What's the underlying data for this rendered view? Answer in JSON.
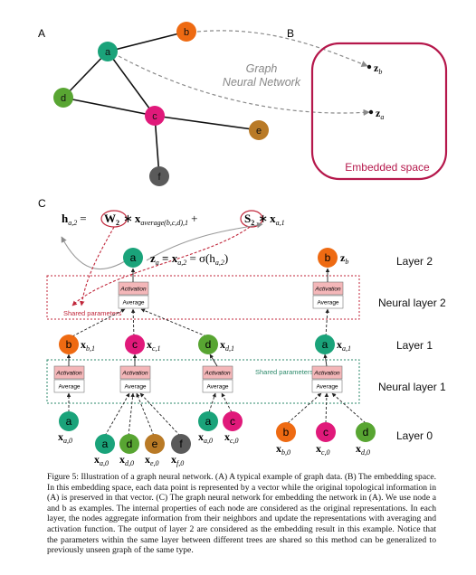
{
  "panel_labels": {
    "a": "A",
    "b": "B",
    "c": "C"
  },
  "graph": {
    "nodes": [
      {
        "id": "a",
        "label": "a",
        "color": "#1aa37a"
      },
      {
        "id": "b",
        "label": "b",
        "color": "#ee6a12"
      },
      {
        "id": "c",
        "label": "c",
        "color": "#e0197a"
      },
      {
        "id": "d",
        "label": "d",
        "color": "#58a532"
      },
      {
        "id": "e",
        "label": "e",
        "color": "#b97a26"
      },
      {
        "id": "f",
        "label": "f",
        "color": "#5a5a5a"
      }
    ]
  },
  "gnn_label": {
    "line1": "Graph",
    "line2": "Neural Network"
  },
  "embedding": {
    "label": "Embedded space",
    "points": [
      {
        "name": "z",
        "sub": "b"
      },
      {
        "name": "z",
        "sub": "a"
      }
    ],
    "border_color": "#b5174b"
  },
  "equations": {
    "h_lhs": "h",
    "h_lhs_sub": "a,2",
    "eq": "=",
    "w2": "W",
    "w2_sub": "2",
    "star1": "∗",
    "x_avg": "x",
    "x_avg_sub": "average(b,c,d),1",
    "plus": "+",
    "s2": "S",
    "s2_sub": "2",
    "star2": "∗",
    "x_self": "x",
    "x_self_sub": "a,1",
    "za_text": "z",
    "za_sub": "a",
    "za_mid": " = x",
    "za_mid_sub": "a,2",
    "za_rhs": " = σ(h",
    "za_rhs_sub": "a,2",
    "za_close": ")"
  },
  "layers": {
    "layer2": "Layer 2",
    "neural2": "Neural layer 2",
    "layer1": "Layer 1",
    "neural1": "Neural layer 1",
    "layer0": "Layer 0"
  },
  "blocks": {
    "activation": "Activation",
    "average": "Average"
  },
  "shared": {
    "upper": "Shared parameters",
    "lower": "Shared parameters"
  },
  "vec_labels": {
    "b1": {
      "base": "x",
      "sub": "b,1"
    },
    "c1": {
      "base": "x",
      "sub": "c,1"
    },
    "d1": {
      "base": "x",
      "sub": "d,1"
    },
    "a1": {
      "base": "x",
      "sub": "a,1"
    },
    "zb": {
      "base": "z",
      "sub": "b"
    },
    "a0": {
      "base": "x",
      "sub": "a,0"
    },
    "a0b": {
      "base": "x",
      "sub": "a,0"
    },
    "d0": {
      "base": "x",
      "sub": "d,0"
    },
    "e0": {
      "base": "x",
      "sub": "e,0"
    },
    "f0": {
      "base": "x",
      "sub": "f,0"
    },
    "a0c": {
      "base": "x",
      "sub": "a,0"
    },
    "c0": {
      "base": "x",
      "sub": "c,0"
    },
    "b0r": {
      "base": "x",
      "sub": "b,0"
    },
    "c0r": {
      "base": "x",
      "sub": "c,0"
    },
    "d0r": {
      "base": "x",
      "sub": "d,0"
    }
  },
  "caption": "Figure 5: Illustration of a graph neural network. (A) A typical example of graph data. (B) The embedding space. In this embedding space, each data point is represented by a vector while the original topological information in (A) is preserved in that vector. (C) The graph neural network for embedding the network in (A). We use node a and b as examples. The internal properties of each node are considered as the original representations. In each layer, the nodes aggregate information from their neighbors and update the representations with averaging and activation function. The output of layer 2 are considered as the embedding result in this example. Notice that the parameters within the same layer between different trees are shared so this method can be generalized to previously unseen graph of the same type.",
  "colors": {
    "red_dash": "#c0263a",
    "green_dash": "#2d8a6b",
    "activation_fill": "#f4b7b9"
  }
}
